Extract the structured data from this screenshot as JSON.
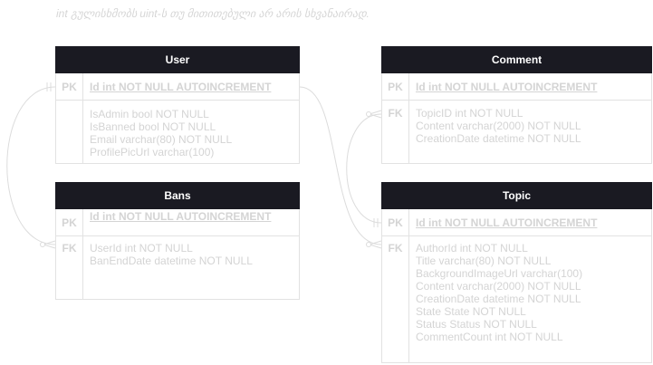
{
  "note": "int გულისხმობს uint-ს თუ მითითებული არ არის სხვანაირად.",
  "tables": {
    "user": {
      "name": "User",
      "pk_label": "PK",
      "pk_field": "Id int NOT NULL AUTOINCREMENT",
      "fields": [
        "IsAdmin bool NOT NULL",
        "IsBanned bool NOT NULL",
        "Email varchar(80) NOT NULL",
        "ProfilePicUrl varchar(100)"
      ]
    },
    "bans": {
      "name": "Bans",
      "pk_label": "PK",
      "pk_field": "Id int NOT NULL AUTOINCREMENT",
      "fk_label": "FK",
      "fields": [
        "UserId int NOT NULL",
        "BanEndDate datetime NOT NULL"
      ]
    },
    "comment": {
      "name": "Comment",
      "pk_label": "PK",
      "pk_field": "Id int NOT NULL AUTOINCREMENT",
      "fk_label": "FK",
      "fields": [
        "TopicID int NOT NULL",
        "Content varchar(2000) NOT NULL",
        "CreationDate datetime NOT NULL"
      ]
    },
    "topic": {
      "name": "Topic",
      "pk_label": "PK",
      "pk_field": "Id int NOT NULL AUTOINCREMENT",
      "fk_label": "FK",
      "fields": [
        "AuthorId int NOT NULL",
        "Title varchar(80) NOT NULL",
        "BackgroundImageUrl varchar(100)",
        "Content varchar(2000) NOT NULL",
        "CreationDate datetime NOT NULL",
        "State State NOT NULL",
        "Status Status NOT NULL",
        "CommentCount int NOT NULL"
      ]
    }
  },
  "colors": {
    "header_bg": "#1a1a22",
    "header_text": "#ffffff",
    "faint_text": "#d4d4d4",
    "border": "#e2e2e2"
  }
}
